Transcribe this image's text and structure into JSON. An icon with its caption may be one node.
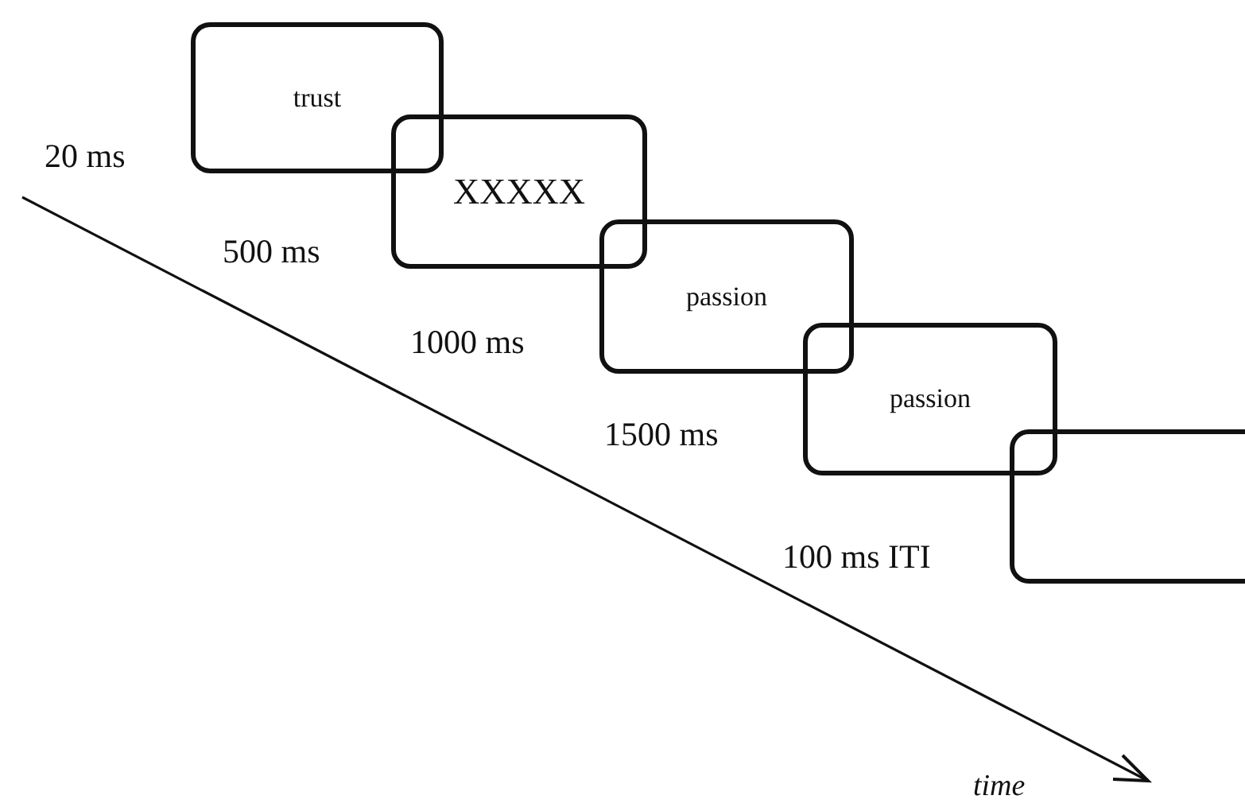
{
  "diagram": {
    "nodes": [
      {
        "text": [
          "trust"
        ]
      },
      {
        "text": [
          "XXXXX"
        ]
      },
      {
        "text": [
          "passion"
        ]
      },
      {
        "text": [
          "passion"
        ]
      },
      {
        "text": [],
        "shape": "box"
      }
    ],
    "edges": [],
    "labels": [
      "20 ms",
      "500 ms",
      "1000 ms",
      "1500 ms",
      "100 ms ITI",
      "time"
    ]
  }
}
